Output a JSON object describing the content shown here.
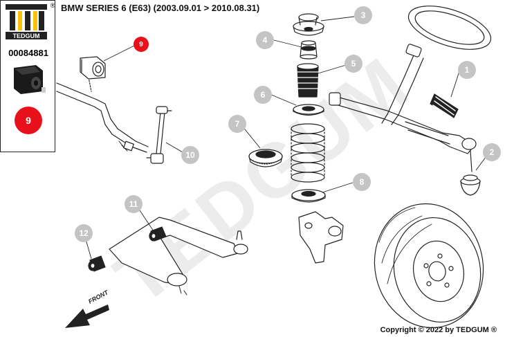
{
  "header": {
    "title": "BMW SERIES 6 (E63)  (2003.09.01 > 2010.08.31)"
  },
  "sidebar": {
    "brand": "TEDGUM",
    "registered_mark": "®",
    "part_number": "00084881",
    "selected_position": "9"
  },
  "watermark": "TEDGUM",
  "front_label": "FRONT",
  "copyright": "Copyright © 2022 by TEDGUM ®",
  "colors": {
    "accent_red": "#e8101a",
    "callout_gray": "#c4c4c4",
    "brand_yellow": "#f6c400",
    "watermark": "#ececec"
  },
  "callouts": [
    {
      "label": "1",
      "active": false
    },
    {
      "label": "2",
      "active": false
    },
    {
      "label": "3",
      "active": false
    },
    {
      "label": "4",
      "active": false
    },
    {
      "label": "5",
      "active": false
    },
    {
      "label": "6",
      "active": false
    },
    {
      "label": "7",
      "active": false
    },
    {
      "label": "8",
      "active": false
    },
    {
      "label": "9",
      "active": true
    },
    {
      "label": "10",
      "active": false
    },
    {
      "label": "11",
      "active": false
    },
    {
      "label": "12",
      "active": false
    }
  ]
}
